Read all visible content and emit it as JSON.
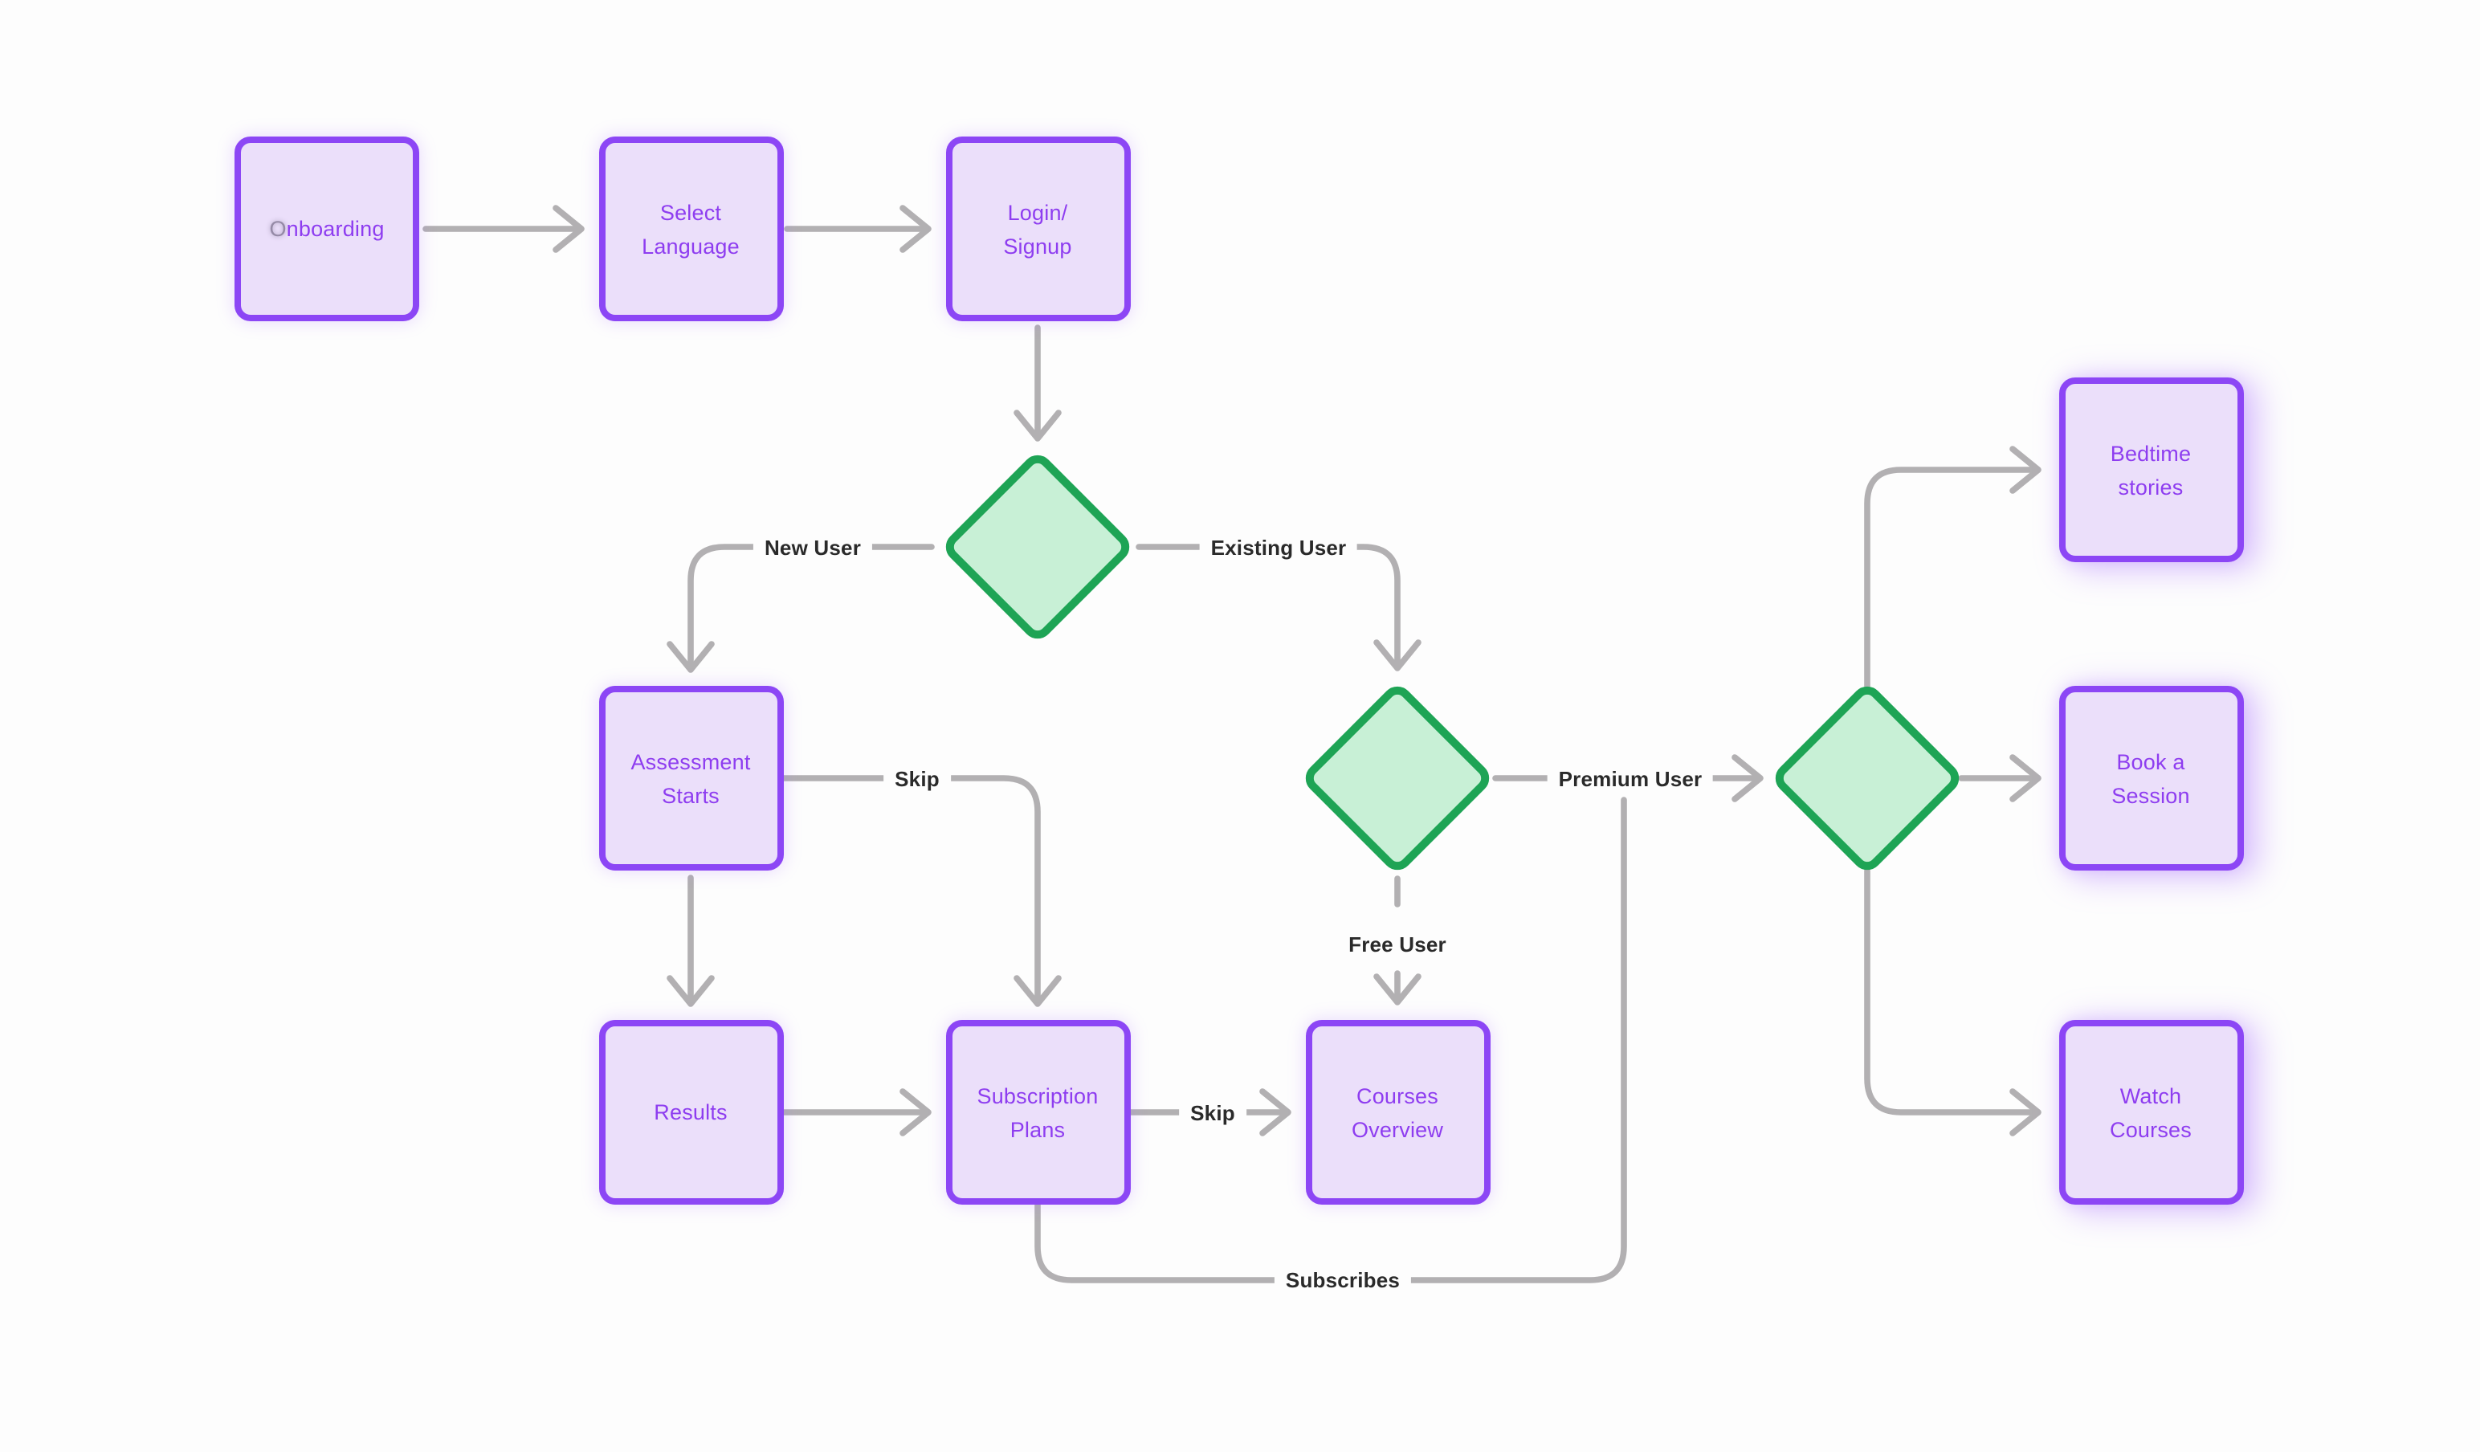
{
  "app": {
    "background": "#fdfdfd"
  },
  "palette": {
    "node_fill": "#ebdffa",
    "node_border": "#8c46f5",
    "node_text": "#8e3df0",
    "decision_fill": "#c8f0d6",
    "decision_border": "#1ea455",
    "connector": "#b2b0b2",
    "edge_label_text": "#2a2a2a"
  },
  "nodes": {
    "onboarding": {
      "label": "Onboarding"
    },
    "select_language": {
      "label": "Select\nLanguage"
    },
    "login_signup": {
      "label": "Login/\nSignup"
    },
    "assessment_starts": {
      "label": "Assessment\nStarts"
    },
    "results": {
      "label": "Results"
    },
    "subscription_plans": {
      "label": "Subscription\nPlans"
    },
    "courses_overview": {
      "label": "Courses\nOverview"
    },
    "bedtime_stories": {
      "label": "Bedtime\nstories"
    },
    "book_a_session": {
      "label": "Book a\nSession"
    },
    "watch_courses": {
      "label": "Watch\nCourses"
    }
  },
  "decisions": {
    "user_type": {
      "shape": "diamond"
    },
    "plan_type": {
      "shape": "diamond"
    },
    "premium_options": {
      "shape": "diamond"
    }
  },
  "edges": {
    "onboarding_to_select_language": {
      "from": "Onboarding",
      "to": "Select Language",
      "label": ""
    },
    "select_language_to_login_signup": {
      "from": "Select Language",
      "to": "Login/Signup",
      "label": ""
    },
    "login_signup_to_user_type": {
      "from": "Login/Signup",
      "to": "user_type decision",
      "label": ""
    },
    "new_user": {
      "from": "user_type decision",
      "to": "Assessment Starts",
      "label": "New User"
    },
    "existing_user": {
      "from": "user_type decision",
      "to": "plan_type decision",
      "label": "Existing User"
    },
    "skip_assessment": {
      "from": "Assessment Starts",
      "to": "Subscription Plans",
      "label": "Skip"
    },
    "assessment_to_results": {
      "from": "Assessment Starts",
      "to": "Results",
      "label": ""
    },
    "results_to_subscription_plans": {
      "from": "Results",
      "to": "Subscription Plans",
      "label": ""
    },
    "skip_subscription": {
      "from": "Subscription Plans",
      "to": "Courses Overview",
      "label": "Skip"
    },
    "free_user": {
      "from": "plan_type decision",
      "to": "Courses Overview",
      "label": "Free User"
    },
    "premium_user": {
      "from": "plan_type decision",
      "to": "premium_options decision",
      "label": "Premium User"
    },
    "subscribes": {
      "from": "Subscription Plans",
      "to": "premium_options decision",
      "label": "Subscribes"
    },
    "premium_to_bedtime_stories": {
      "from": "premium_options decision",
      "to": "Bedtime stories",
      "label": ""
    },
    "premium_to_book_a_session": {
      "from": "premium_options decision",
      "to": "Book a Session",
      "label": ""
    },
    "premium_to_watch_courses": {
      "from": "premium_options decision",
      "to": "Watch Courses",
      "label": ""
    }
  }
}
